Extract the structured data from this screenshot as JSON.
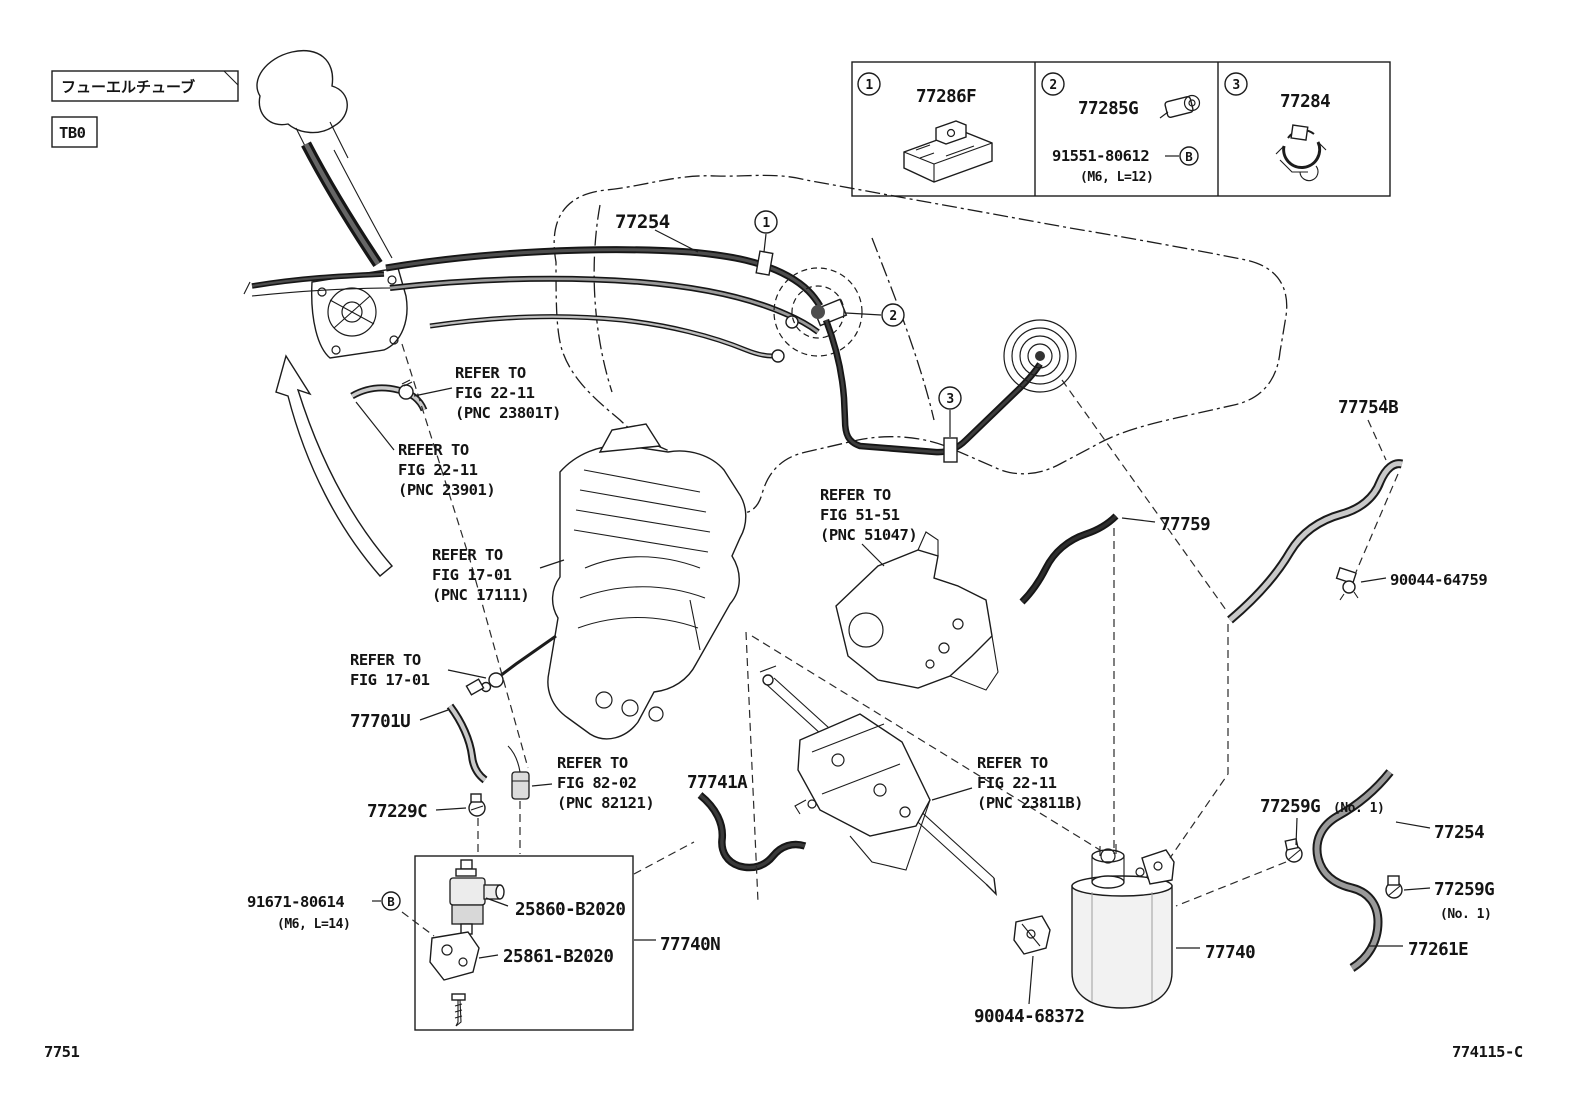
{
  "header": {
    "system_name": "フューエルチューブ",
    "model_code": "TB0"
  },
  "legend": {
    "cells": [
      {
        "num": "1",
        "part": "77286F"
      },
      {
        "num": "2",
        "part": "77285G",
        "bolt": "91551-80612",
        "bolt_mark": "B",
        "bolt_note": "(M6, L=12)"
      },
      {
        "num": "3",
        "part": "77284"
      }
    ]
  },
  "callouts": {
    "c1": "1",
    "c2": "2",
    "c3": "3"
  },
  "refer": {
    "fig2211_23801t": [
      "REFER TO",
      "FIG 22-11",
      "(PNC 23801T)"
    ],
    "fig2211_23901": [
      "REFER TO",
      "FIG 22-11",
      "(PNC 23901)"
    ],
    "fig1701_17111": [
      "REFER TO",
      "FIG 17-01",
      "(PNC 17111)"
    ],
    "fig1701": [
      "REFER TO",
      "FIG 17-01"
    ],
    "fig8202_82121": [
      "REFER TO",
      "FIG 82-02",
      "(PNC 82121)"
    ],
    "fig5151_51047": [
      "REFER TO",
      "FIG 51-51",
      "(PNC 51047)"
    ],
    "fig2211_23811b": [
      "REFER TO",
      "FIG 22-11",
      "(PNC 23811B)"
    ]
  },
  "parts": {
    "p77254_top": "77254",
    "p77701u": "77701U",
    "p77229c": "77229C",
    "p77741a": "77741A",
    "p77759": "77759",
    "p77754b": "77754B",
    "p90044_64759": "90044-64759",
    "p77259g_upper": "77259G",
    "p77259g_upper_note": "(No. 1)",
    "p77254_right": "77254",
    "p77259g_lower": "77259G",
    "p77259g_lower_note": "(No. 1)",
    "p77261e": "77261E",
    "p77740": "77740",
    "p90044_68372": "90044-68372",
    "p91671_80614": "91671-80614",
    "p91671_note": "(M6, L=14)",
    "p91671_mark": "B",
    "p25860": "25860-B2020",
    "p25861": "25861-B2020",
    "p77740n": "77740N"
  },
  "footer": {
    "fig_no": "7751",
    "drawing_no": "774115-C"
  }
}
